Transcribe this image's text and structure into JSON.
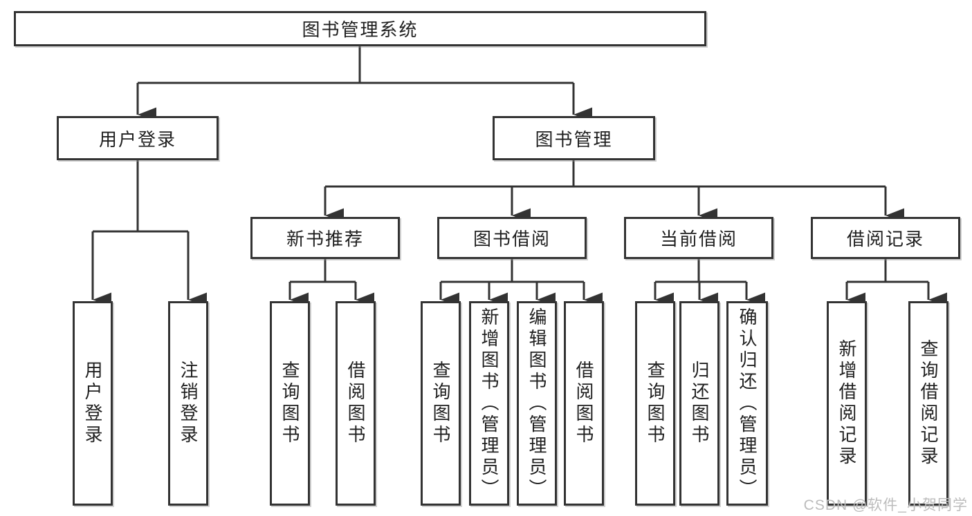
{
  "colors": {
    "line": "#333333",
    "text": "#1f1f1f",
    "watermark": "#bcbcbc",
    "background": "#ffffff"
  },
  "tree": {
    "label": "图书管理系统",
    "children": [
      {
        "label": "用户登录",
        "children": [
          {
            "label": "用户登录"
          },
          {
            "label": "注销登录"
          }
        ]
      },
      {
        "label": "图书管理",
        "children": [
          {
            "label": "新书推荐",
            "children": [
              {
                "label": "查询图书"
              },
              {
                "label": "借阅图书"
              }
            ]
          },
          {
            "label": "图书借阅",
            "children": [
              {
                "label": "查询图书"
              },
              {
                "label": "新增图书（管理员）"
              },
              {
                "label": "编辑图书（管理员）"
              },
              {
                "label": "借阅图书"
              }
            ]
          },
          {
            "label": "当前借阅",
            "children": [
              {
                "label": "查询图书"
              },
              {
                "label": "归还图书"
              },
              {
                "label": "确认归还（管理员）"
              }
            ]
          },
          {
            "label": "借阅记录",
            "children": [
              {
                "label": "新增借阅记录"
              },
              {
                "label": "查询借阅记录"
              }
            ]
          }
        ]
      }
    ]
  },
  "watermark": "CSDN @软件_小贺同学"
}
